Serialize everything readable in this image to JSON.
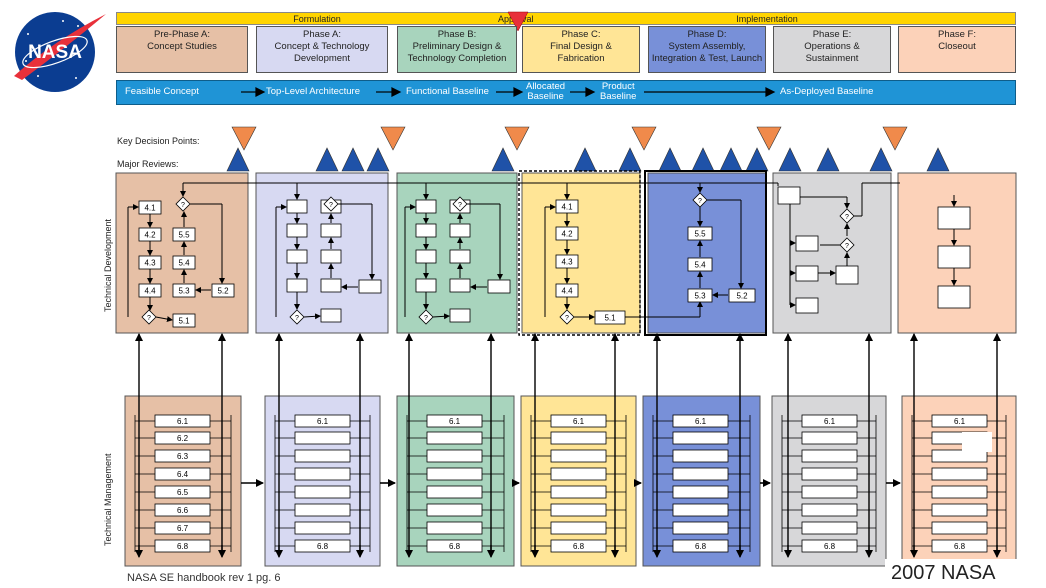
{
  "header": {
    "formulation": "Formulation",
    "approval": "Approval",
    "implementation": "Implementation"
  },
  "logo_text": "NASA",
  "phases": [
    {
      "title": "Pre-Phase A:\nConcept Studies",
      "color": "#e6c0a6"
    },
    {
      "title": "Phase A:\nConcept & Technology\nDevelopment",
      "color": "#d7d9f2"
    },
    {
      "title": "Phase B:\nPreliminary Design &\nTechnology Completion",
      "color": "#a8d4bd"
    },
    {
      "title": "Phase C:\nFinal Design &\nFabrication",
      "color": "#ffe596"
    },
    {
      "title": "Phase D:\nSystem Assembly,\nIntegration & Test, Launch",
      "color": "#7890d8"
    },
    {
      "title": "Phase E:\nOperations &\nSustainment",
      "color": "#d7d7d9"
    },
    {
      "title": "Phase F:\nCloseout",
      "color": "#fcd2b9"
    }
  ],
  "baselines": [
    "Feasible Concept",
    "Top-Level Architecture",
    "Functional Baseline",
    "Allocated\nBaseline",
    "Product\nBaseline",
    "As-Deployed Baseline"
  ],
  "labels": {
    "key_decision_points": "Key Decision Points:",
    "major_reviews": "Major Reviews:",
    "technical_development": "Technical Development",
    "technical_management": "Technical Management"
  },
  "process_labels": {
    "d41": "4.1",
    "d42": "4.2",
    "d43": "4.3",
    "d44": "4.4",
    "d55": "5.5",
    "d54": "5.4",
    "d53": "5.3",
    "d52": "5.2",
    "d51": "5.1",
    "q": "?",
    "m61": "6.1",
    "m62": "6.2",
    "m63": "6.3",
    "m64": "6.4",
    "m65": "6.5",
    "m66": "6.6",
    "m67": "6.7",
    "m68": "6.8"
  },
  "caption": "NASA SE handbook rev 1 pg. 6",
  "watermark": "2007 NASA",
  "colors": {
    "kdp_triangle": "#f08a4b",
    "review_triangle": "#1f52a8",
    "approval_marker": "#e8303a",
    "baseline_bar": "#1f94d6",
    "header_bar": "#ffd400"
  }
}
